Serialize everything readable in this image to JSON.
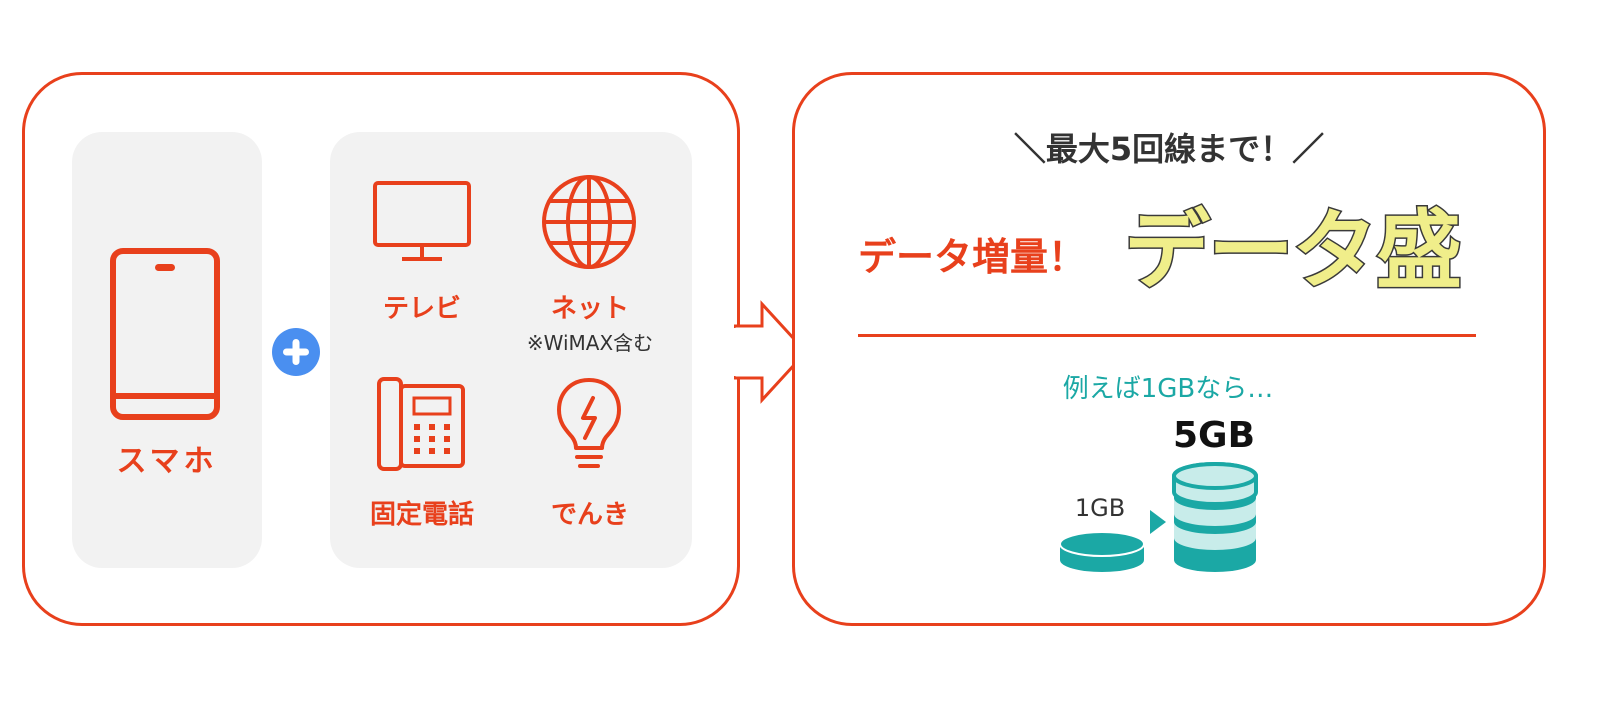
{
  "left": {
    "smartphone_label": "スマホ",
    "services": [
      {
        "label": "テレビ"
      },
      {
        "label": "ネット",
        "note": "※WiMAX含む"
      },
      {
        "label": "固定電話"
      },
      {
        "label": "でんき"
      }
    ]
  },
  "right": {
    "headline": "＼最大5回線まで！／",
    "lead": "データ増量！",
    "brand": "データ盛",
    "example": "例えば1GBなら…",
    "from_value": "1GB",
    "to_value": "5GB"
  },
  "colors": {
    "accent": "#e8401c",
    "teal": "#1ba8a5",
    "yellow": "#f0ee8a",
    "plus": "#4a8ff0",
    "gray_bg": "#f2f2f2"
  }
}
